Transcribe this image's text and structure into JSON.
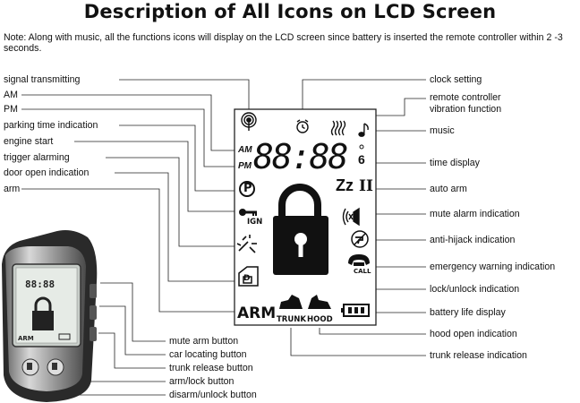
{
  "title": "Description of All Icons on LCD Screen",
  "note": "Note: Along with music, all the functions icons will display on the LCD screen since battery is inserted the remote controller within 2 -3 seconds.",
  "left_labels": {
    "signal": "signal transmitting",
    "am": "AM",
    "pm": "PM",
    "parking": "parking time indication",
    "engine": "engine start",
    "trigger": "trigger alarming",
    "door": "door open indication",
    "arm": "arm"
  },
  "right_labels": {
    "clock": "clock setting",
    "vibration_1": "remote controller",
    "vibration_2": "vibration function",
    "music": "music",
    "time": "time display",
    "auto_arm": "auto arm",
    "mute": "mute alarm indication",
    "hijack": "anti-hijack indication",
    "emergency": "emergency warning indication",
    "lock": "lock/unlock indication",
    "battery": "battery life display",
    "hood": "hood open indication",
    "trunk": "trunk release indication"
  },
  "bottom_labels": {
    "mute_arm": "mute arm button",
    "car_locating": "car locating button",
    "trunk_release": "trunk release button",
    "arm_lock": "arm/lock button",
    "disarm": "disarm/unlock button"
  },
  "lcd": {
    "am": "AM",
    "pm": "PM",
    "digits": "88:88",
    "ign": "IGN",
    "arm": "ARM",
    "trunk": "TRUNK",
    "hood": "HOOD",
    "call": "CALL",
    "zz": "Zz",
    "roman": "II",
    "d": "D",
    "p": "P"
  }
}
